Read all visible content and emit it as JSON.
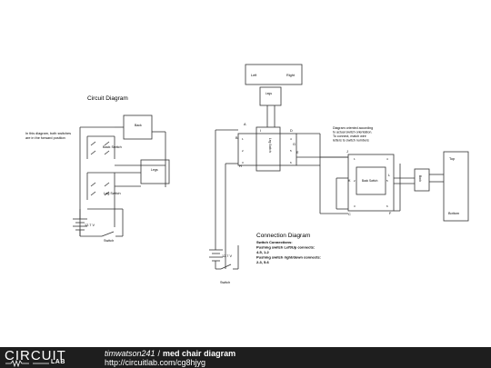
{
  "left_section": {
    "title": "Circuit Diagram",
    "note_line1": "In this diagram, both switches",
    "note_line2": "are in the forward position",
    "switch1_label": "Back Switch",
    "switch2_label": "Leg Switch",
    "motor_top_label": "Back",
    "motor_bottom_label": "Legs",
    "battery_label": "12.7 V",
    "switch_label": "Switch"
  },
  "right_section": {
    "title": "Connection Diagram",
    "legend_box_left": "Left",
    "legend_box_right": "Right",
    "legs_box_label": "Legs",
    "leg_switch_label": "Leg Switch",
    "back_switch_label": "Back Switch",
    "back_box_label": "Back",
    "top_label": "Top",
    "bottom_label": "Bottom",
    "orient_line1": "Diagram oriented according",
    "orient_line2": "to actual switch orientation.",
    "orient_line3": "To connect, match wire",
    "orient_line4": "letters to switch numbers",
    "connections_heading": "Switch Connections:",
    "connections_line1": "Pushing switch Left/Up connects:",
    "connections_line2": "4-5, 1-2",
    "connections_line3": "Pushing switch right/down connects:",
    "connections_line4": "2-3, 5-6",
    "battery_label": "12.7 V",
    "switch_label": "Switch",
    "letters": {
      "A": "A",
      "B": "B",
      "C": "C",
      "D": "D",
      "E": "E",
      "F": "F",
      "G": "G",
      "H": "H",
      "I": "I",
      "J": "J",
      "K": "K",
      "L": "L"
    },
    "pin_numbers": [
      "1",
      "2",
      "3",
      "4",
      "5",
      "6"
    ]
  },
  "footer": {
    "logo_text": "CIRCUIT",
    "logo_sub": "LAB",
    "author": "timwatson241",
    "separator": "/",
    "diagram_name": "med chair diagram",
    "url": "http://circuitlab.com/cg8hjyg"
  }
}
